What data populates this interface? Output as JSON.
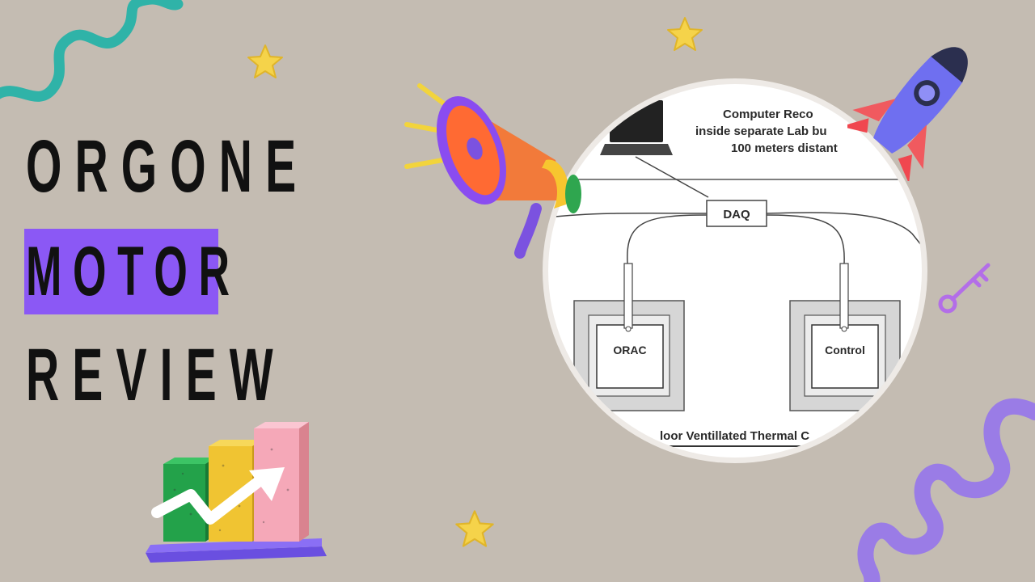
{
  "title": {
    "line1": "ORGONE",
    "line2": "MOTOR",
    "line3": "REVIEW"
  },
  "diagram": {
    "computer_label_lines": [
      "Computer Reco",
      "inside separate Lab bu",
      "100 meters distant"
    ],
    "daq_label": "DAQ",
    "left_box_label": "ORAC",
    "right_box_label": "Control",
    "bottom_caption": "loor Ventillated Thermal C"
  },
  "colors": {
    "background": "#c4bcb2",
    "highlight": "#8b58f5",
    "teal_squiggle": "#2fb3a8",
    "purple_squiggle": "#9a7ce6"
  },
  "decorations": {
    "icons": [
      "megaphone-icon",
      "rocket-icon",
      "key-icon",
      "bar-chart-icon",
      "star-icon",
      "squiggle-icon"
    ]
  }
}
